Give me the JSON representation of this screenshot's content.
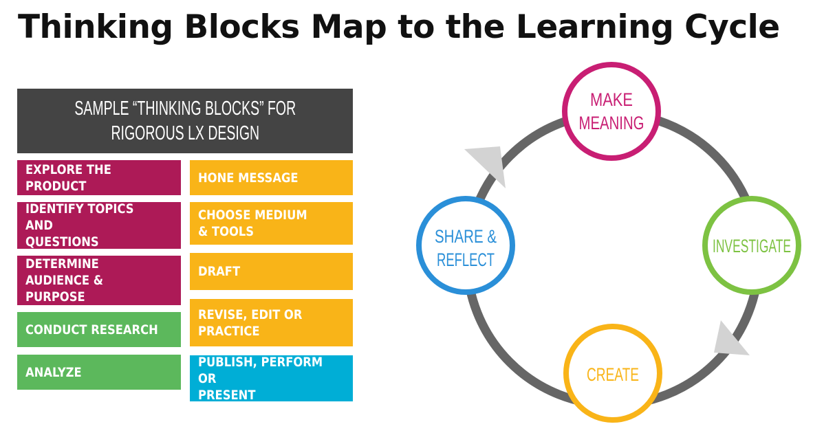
{
  "title": "Thinking Blocks Map to the Learning Cycle",
  "table": {
    "header_line1": "SAMPLE “THINKING BLOCKS” FOR",
    "header_line2": "RIGOROUS LX DESIGN",
    "left_column": [
      "EXPLORE THE PRODUCT",
      "IDENTIFY TOPICS AND\nQUESTIONS",
      "DETERMINE AUDIENCE &\nPURPOSE",
      "CONDUCT RESEARCH",
      "ANALYZE"
    ],
    "right_column": [
      "HONE MESSAGE",
      "CHOOSE MEDIUM\n& TOOLS",
      "DRAFT",
      "REVISE, EDIT OR\nPRACTICE",
      "PUBLISH, PERFORM OR\nPRESENT"
    ]
  },
  "cycle": {
    "make_meaning_line1": "MAKE",
    "make_meaning_line2": "MEANING",
    "investigate": "INVESTIGATE",
    "create": "CREATE",
    "share_reflect_line1": "SHARE &",
    "share_reflect_line2": "REFLECT"
  },
  "colors": {
    "magenta": "#ad1a57",
    "make_meaning": "#c81e73",
    "green": "#5cb85c",
    "investigate": "#7dc242",
    "orange": "#f9b418",
    "blue": "#00aed6",
    "share_reflect": "#2a8fd8",
    "header_gray": "#444444",
    "ring_gray": "#666666",
    "arrow_gray": "#d3d3d3"
  }
}
